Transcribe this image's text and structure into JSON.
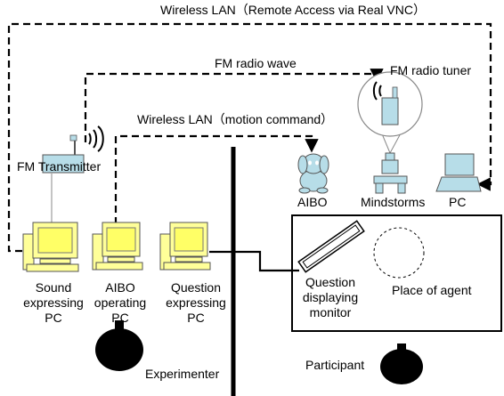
{
  "links": {
    "wireless_lan_vnc": "Wireless LAN（Remote Access via Real VNC）",
    "fm_radio_wave": "FM radio wave",
    "wireless_lan_motion": "Wireless LAN（motion command）"
  },
  "devices": {
    "fm_radio_tuner": "FM radio tuner",
    "fm_transmitter": "FM Transmitter",
    "aibo": "AIBO",
    "mindstorms": "Mindstorms",
    "pc": "PC"
  },
  "computers": {
    "sound_pc": "Sound expressing PC",
    "aibo_pc": "AIBO operating PC",
    "question_pc": "Question expressing PC"
  },
  "room": {
    "monitor": "Question displaying monitor",
    "agent_place": "Place of agent"
  },
  "people": {
    "experimenter": "Experimenter",
    "participant": "Participant"
  },
  "colors": {
    "device_fill": "#b7dde8",
    "monitor_screen": "#ffff99",
    "pc_case": "#ffff99",
    "line": "#000000"
  }
}
